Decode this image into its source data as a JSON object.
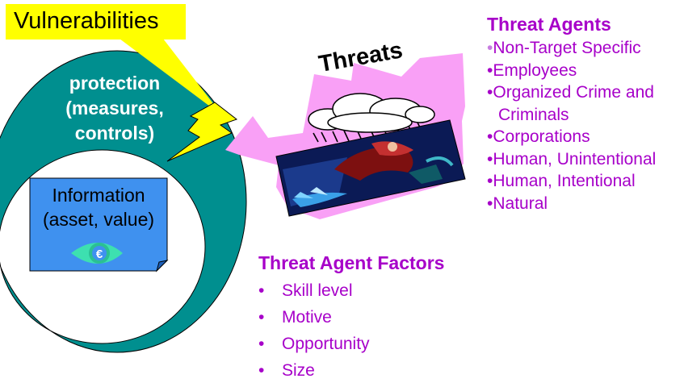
{
  "colors": {
    "ring": "#008f8f",
    "vulnerability_fill": "#ffff00",
    "threat_cloud": "#f9a0f6",
    "info_card": "#3f91ef",
    "euro_badge": "#3de0b0",
    "agent_text": "#a700c9"
  },
  "vulnerabilities": {
    "label": "Vulnerabilities"
  },
  "protection": {
    "lines": [
      "protection",
      "(measures,",
      "controls)"
    ]
  },
  "information": {
    "lines": [
      "Information",
      "(asset, value)"
    ],
    "icon": "euro-icon"
  },
  "threats": {
    "title": "Threats",
    "icons": [
      "storm-cloud-icon",
      "surfer-wave-icon"
    ]
  },
  "threat_agents": {
    "title": "Threat Agents",
    "items": [
      "Non-Target Specific",
      "Employees",
      "Organized Crime and Criminals",
      "Corporations",
      "Human, Unintentional",
      "Human, Intentional",
      "Natural"
    ]
  },
  "threat_agent_factors": {
    "title": "Threat Agent Factors",
    "items": [
      "Skill level",
      "Motive",
      "Opportunity",
      "Size"
    ]
  }
}
